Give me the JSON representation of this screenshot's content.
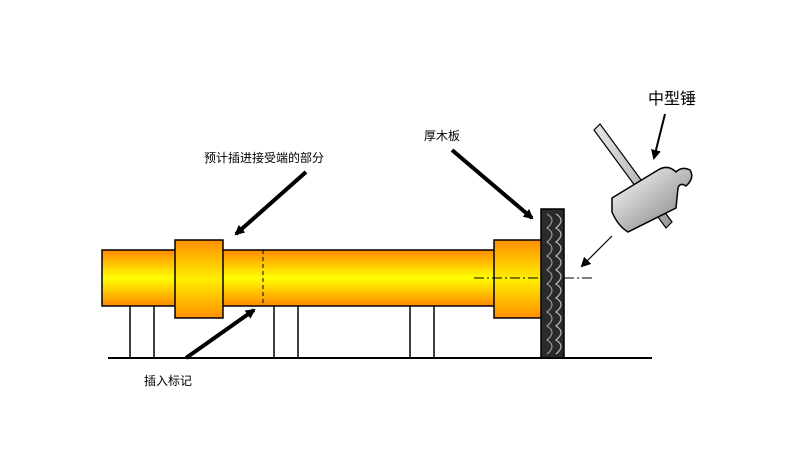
{
  "labels": {
    "hammer": "中型锤",
    "plank": "厚木板",
    "socket_part": "预计插进接受端的部分",
    "insert_mark": "插入标记"
  },
  "colors": {
    "pipe_top": "#ff9a00",
    "pipe_mid": "#ffff00",
    "pipe_bottom": "#ff9a00",
    "plank": "#2a2a2a",
    "hammer_head": "#d0d0d0",
    "outline": "#000000"
  },
  "icons": {
    "hammer": "hammer-icon"
  }
}
